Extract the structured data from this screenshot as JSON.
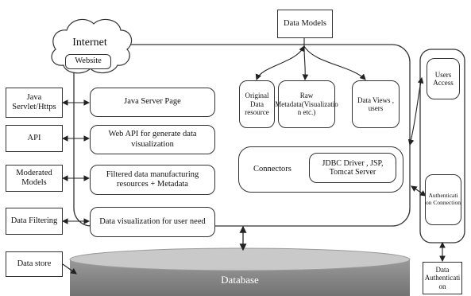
{
  "internet": {
    "label": "Internet",
    "website": "Website"
  },
  "data_models": "Data Models",
  "left_items": [
    {
      "id": "java-servlet",
      "label": "Java Servlet/Https"
    },
    {
      "id": "api",
      "label": "API"
    },
    {
      "id": "moderated-models",
      "label": "Moderated Models"
    },
    {
      "id": "data-filtering",
      "label": "Data Filtering"
    },
    {
      "id": "data-store",
      "label": "Data store"
    }
  ],
  "center_items": [
    {
      "id": "java-server-page",
      "label": "Java Server Page"
    },
    {
      "id": "web-api",
      "label": "Web API for generate data visualization"
    },
    {
      "id": "filtered-data",
      "label": "Filtered data manufacturing resources + Metadata"
    },
    {
      "id": "data-visualization",
      "label": "Data visualization for user need"
    }
  ],
  "model_items": [
    {
      "id": "original-data",
      "label": "Original Data resource"
    },
    {
      "id": "raw-metadata",
      "label": "Raw Metadata(Visualizatio n etc.)"
    },
    {
      "id": "data-views",
      "label": "Data Views , users"
    }
  ],
  "connectors": {
    "label": "Connectors",
    "inner": "JDBC Driver , JSP, Tomcat Server"
  },
  "right_items": {
    "users_access": "Users Access",
    "authentication_connection": "Authenticati on Connection",
    "data_authentication": "Data Authenticati on"
  },
  "database": "Database"
}
